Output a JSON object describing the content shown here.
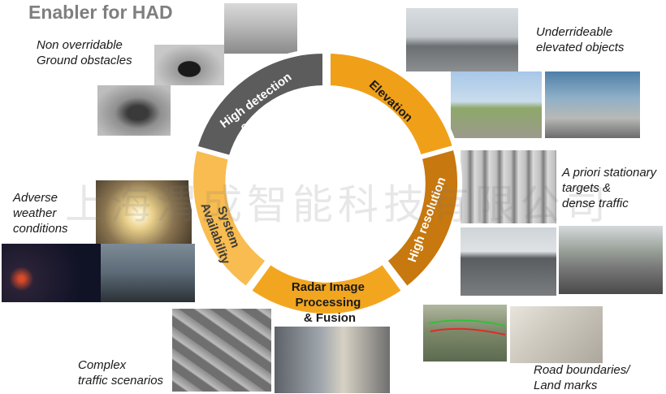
{
  "title": "Enabler for HAD",
  "segments": {
    "high_detection": [
      "High detection",
      "sensitivity"
    ],
    "elevation": "Elevation",
    "high_resolution": "High resolution",
    "radar_image": [
      "Radar Image",
      "Processing",
      "& Fusion"
    ],
    "system_availability": [
      "System",
      "Availability"
    ]
  },
  "callouts": {
    "non_overridable": [
      "Non overridable",
      "Ground obstacles"
    ],
    "underrideable": [
      "Underrideable",
      "elevated objects"
    ],
    "a_priori": [
      "A priori stationary",
      "targets &",
      "dense traffic"
    ],
    "adverse_weather": [
      "Adverse",
      "weather",
      "conditions"
    ],
    "complex_traffic": [
      "Complex",
      "traffic scenarios"
    ],
    "road_boundaries": [
      "Road boundaries/",
      "Land marks"
    ]
  },
  "watermark": "上海渭成智能科技有限公司",
  "colors": {
    "dark_gray": "#5c5c5c",
    "orange": "#f0a018",
    "brown_orange": "#c7780e",
    "mid_orange": "#f2a620",
    "light_orange": "#f8bc50"
  }
}
